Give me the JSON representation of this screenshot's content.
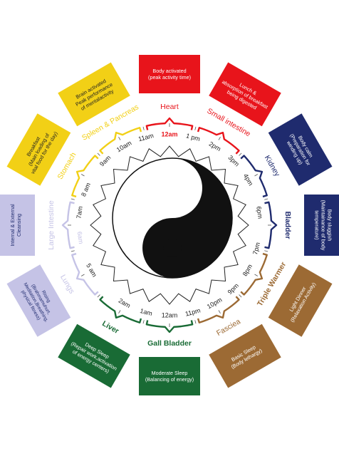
{
  "diagram": {
    "center_icon": "yin-yang-icon",
    "hours": [
      "12am",
      "1 pm",
      "2pm",
      "3pm",
      "4pm",
      "6pm",
      "7pm",
      "8pm",
      "9pm",
      "10pm",
      "11pm",
      "12am",
      "1am",
      "2am",
      "5 am",
      "6am",
      "7am",
      "8 am",
      "9am",
      "10am",
      "11am"
    ],
    "organs": [
      {
        "id": "heart",
        "name": "Heart",
        "color": "#e8141b"
      },
      {
        "id": "small-intestine",
        "name": "Small intestine",
        "color": "#e8141b"
      },
      {
        "id": "kidney",
        "name": "Kidney",
        "color": "#1f2b6e"
      },
      {
        "id": "bladder",
        "name": "Bladder",
        "color": "#1f2b6e"
      },
      {
        "id": "triple-warmer",
        "name": "Triple Warmer",
        "color": "#9c6a34"
      },
      {
        "id": "fasciea",
        "name": "Fasciea",
        "color": "#9c6a34"
      },
      {
        "id": "gall-bladder",
        "name": "Gall Bladder",
        "color": "#196b35"
      },
      {
        "id": "liver",
        "name": "Liver",
        "color": "#196b35"
      },
      {
        "id": "lungs",
        "name": "Lungs",
        "color": "#c5c3e6"
      },
      {
        "id": "large-intestine",
        "name": "Large Intestine",
        "color": "#c5c3e6"
      },
      {
        "id": "stomach",
        "name": "Stomach",
        "color": "#f2d016"
      },
      {
        "id": "spleen-pancreas",
        "name": "Spleen & Pancreas",
        "color": "#f2d016"
      }
    ],
    "boxes": [
      {
        "id": "body-activated",
        "text": "Body activated\n(peak activity time)",
        "fill": "#e8141b",
        "text_color": "#ffffff"
      },
      {
        "id": "lunch",
        "text": "Lunch &\nabsorption of breakfast\nbeing digested",
        "fill": "#e8141b",
        "text_color": "#ffffff"
      },
      {
        "id": "body-calm",
        "text": "Body calm\n(Preparation for\nwinding up)",
        "fill": "#1f2b6e",
        "text_color": "#ffffff"
      },
      {
        "id": "body-sluggish",
        "text": "Body sluggish\n(Maintainance of body\ntemperature)",
        "fill": "#1f2b6e",
        "text_color": "#ffffff"
      },
      {
        "id": "light-dinner",
        "text": "Light Dinner\n(Relaxation Activity)",
        "fill": "#9c6a34",
        "text_color": "#ffffff"
      },
      {
        "id": "basic-sleep",
        "text": "Basic Sleep\n(Body lethargy)",
        "fill": "#9c6a34",
        "text_color": "#ffffff"
      },
      {
        "id": "moderate-sleep",
        "text": "Moderate Sleep\n(Balancing of energy)",
        "fill": "#196b35",
        "text_color": "#ffffff"
      },
      {
        "id": "deep-sleep",
        "text": "Deep Sleep\n(Repair work,activation\nof energy centers)",
        "fill": "#196b35",
        "text_color": "#ffffff"
      },
      {
        "id": "rising",
        "text": "Rising\n(Brahmamuhurt,\nMeditation,Breathing,\nphysical fitness)",
        "fill": "#c5c3e6",
        "text_color": "#1f2b6e"
      },
      {
        "id": "cleansing",
        "text": "Internal & External\nCleansing",
        "fill": "#c5c3e6",
        "text_color": "#1f2b6e"
      },
      {
        "id": "breakfast",
        "text": "Breakfast\n(Main loading of\nvital food for the day)",
        "fill": "#f2d016",
        "text_color": "#222222"
      },
      {
        "id": "brain-activated",
        "text": "Brain activated\nPeak performance\nof mentalactivity",
        "fill": "#f2d016",
        "text_color": "#222222"
      }
    ]
  }
}
